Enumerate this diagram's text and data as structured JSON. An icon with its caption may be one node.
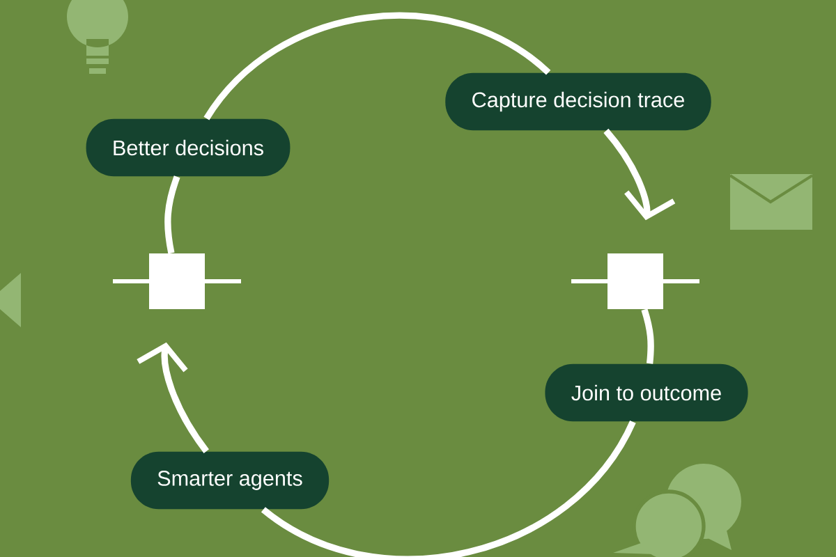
{
  "diagram": {
    "nodes": [
      {
        "text": [
          "Better decisions"
        ]
      },
      {
        "text": [
          "Capture decision trace"
        ]
      },
      {
        "text": [],
        "shape": "box"
      },
      {
        "text": [],
        "shape": "box"
      },
      {
        "text": [
          "Join to outcome"
        ]
      },
      {
        "text": [
          "Smarter agents"
        ]
      }
    ],
    "edges": [
      {
        "from": 0,
        "to": 1,
        "arrow": "none"
      },
      {
        "from": 1,
        "to": 3,
        "arrow": "to"
      },
      {
        "from": 3,
        "to": 4,
        "arrow": "none"
      },
      {
        "from": 4,
        "to": 5,
        "arrow": "none"
      },
      {
        "from": 5,
        "to": 2,
        "arrow": "to"
      },
      {
        "from": 2,
        "to": 0,
        "arrow": "none"
      }
    ]
  }
}
